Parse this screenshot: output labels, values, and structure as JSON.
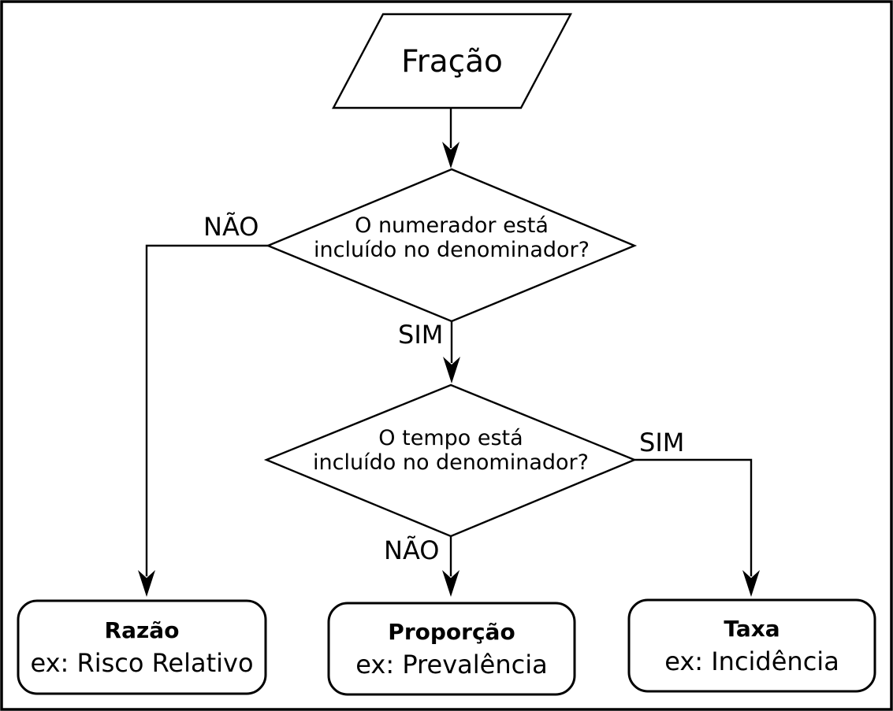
{
  "colors": {
    "background": "#ffffff",
    "stroke": "#000000",
    "text": "#000000"
  },
  "flowchart": {
    "start": {
      "shape": "parallelogram",
      "label": "Fração"
    },
    "decision1": {
      "shape": "diamond",
      "line1": "O numerador está",
      "line2": "incluído no denominador?"
    },
    "decision2": {
      "shape": "diamond",
      "line1": "O tempo está",
      "line2": "incluído no denominador?"
    },
    "edge_labels": {
      "decision1_no": "NÃO",
      "decision1_yes": "SIM",
      "decision2_yes": "SIM",
      "decision2_no": "NÃO"
    },
    "outcomes": [
      {
        "title": "Razão",
        "example": "ex: Risco Relativo"
      },
      {
        "title": "Proporção",
        "example": "ex: Prevalência"
      },
      {
        "title": "Taxa",
        "example": "ex: Incidência"
      }
    ]
  }
}
